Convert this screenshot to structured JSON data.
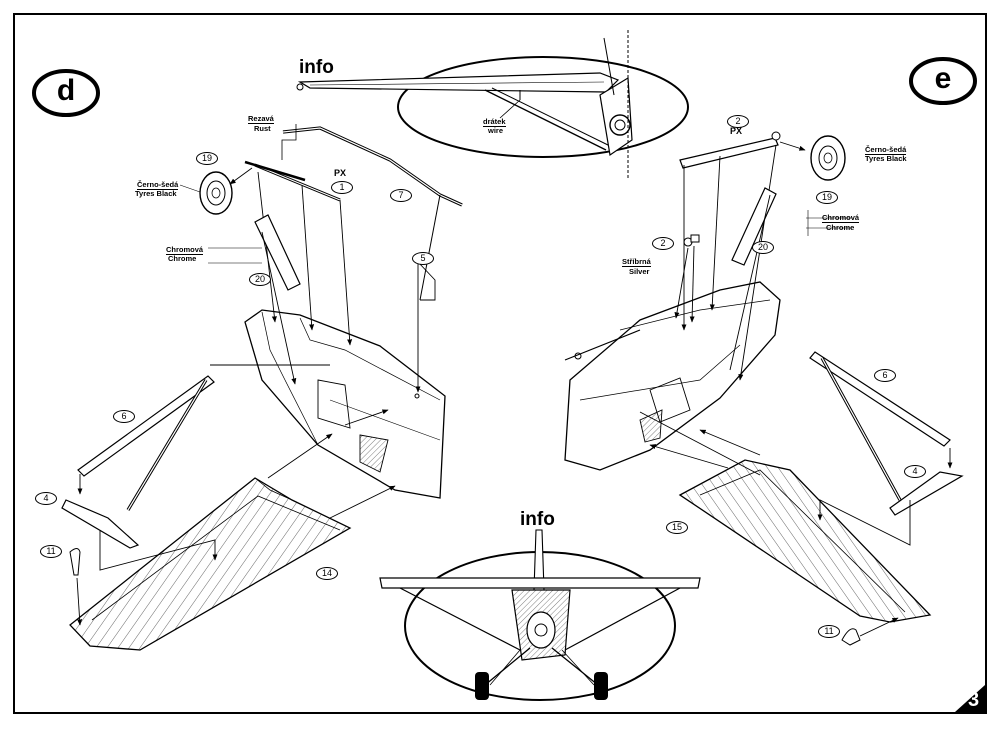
{
  "steps": {
    "left": "d",
    "right": "e"
  },
  "info_labels": {
    "top": "info",
    "bottom": "info"
  },
  "info_top": {
    "wire_cz": "drátek",
    "wire_en": "wire"
  },
  "left": {
    "rust_cz": "Rezavá",
    "rust_en": "Rust",
    "tyres_cz": "Černo-šedá",
    "tyres_en": "Tyres Black",
    "chrome_cz": "Chromová",
    "chrome_en": "Chrome",
    "px": "PX",
    "parts": {
      "p1": "1",
      "p4": "4",
      "p5": "5",
      "p6": "6",
      "p7": "7",
      "p11": "11",
      "p14": "14",
      "p19": "19",
      "p20": "20"
    }
  },
  "right": {
    "px": "PX",
    "silver_cz": "Stříbrná",
    "silver_en": "Silver",
    "tyres_cz": "Černo-šedá",
    "tyres_en": "Tyres Black",
    "chrome_cz": "Chromová",
    "chrome_en": "Chrome",
    "parts": {
      "p2a": "2",
      "p2b": "2",
      "p4": "4",
      "p6": "6",
      "p11": "11",
      "p15": "15",
      "p19": "19",
      "p20": "20"
    }
  },
  "page_number": "3",
  "colors": {
    "ink": "#000000",
    "paper": "#ffffff"
  }
}
